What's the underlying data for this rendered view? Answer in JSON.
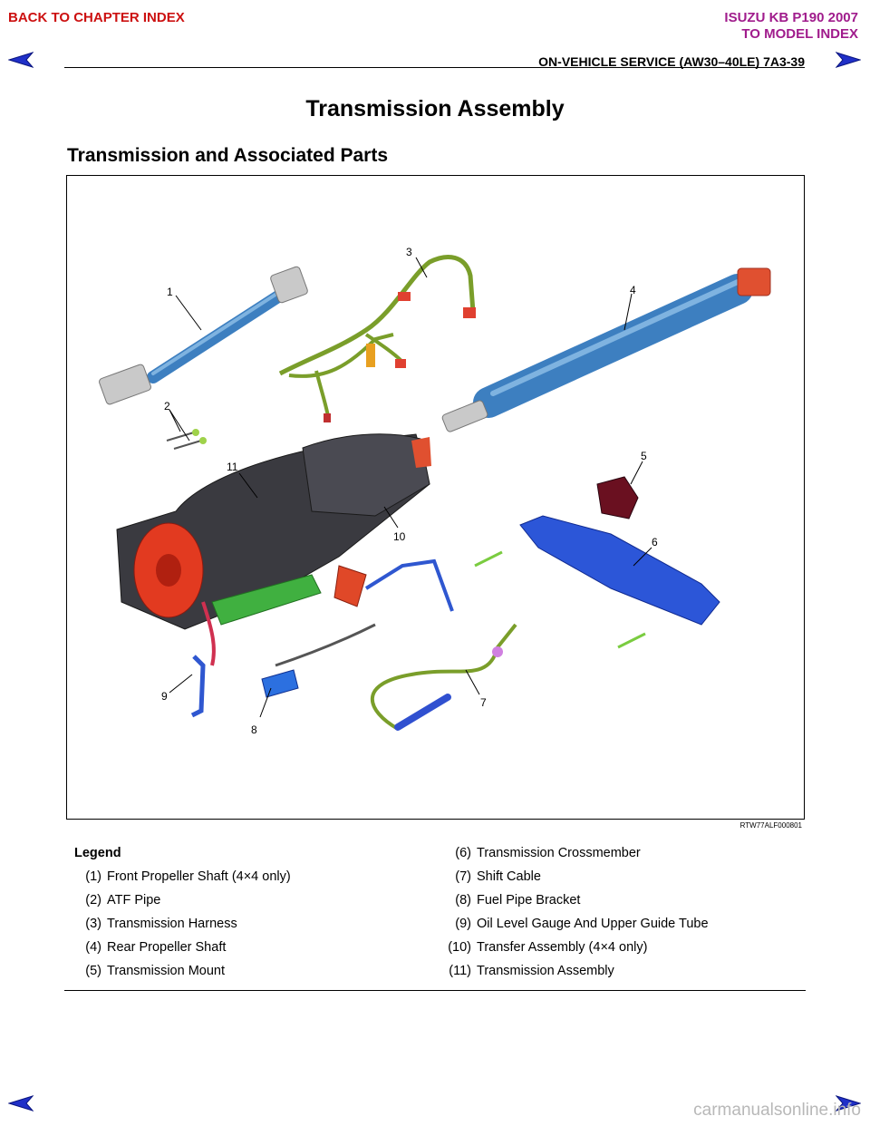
{
  "nav": {
    "back_to_chapter": "BACK TO CHAPTER INDEX",
    "model_title": "ISUZU KB P190 2007",
    "to_model_index": "TO MODEL INDEX"
  },
  "header": {
    "section": "ON-VEHICLE SERVICE (AW30–40LE)  7A3-39"
  },
  "page_title": "Transmission Assembly",
  "section_title": "Transmission and Associated Parts",
  "figure": {
    "code": "RTW77ALF000801",
    "callouts": [
      "1",
      "2",
      "3",
      "4",
      "5",
      "6",
      "7",
      "8",
      "9",
      "10",
      "11"
    ]
  },
  "legend": {
    "title": "Legend",
    "items": [
      {
        "num": "(1)",
        "label": "Front Propeller Shaft (4×4 only)"
      },
      {
        "num": "(2)",
        "label": "ATF Pipe"
      },
      {
        "num": "(3)",
        "label": "Transmission Harness"
      },
      {
        "num": "(4)",
        "label": "Rear Propeller Shaft"
      },
      {
        "num": "(5)",
        "label": "Transmission Mount"
      },
      {
        "num": "(6)",
        "label": "Transmission Crossmember"
      },
      {
        "num": "(7)",
        "label": "Shift Cable"
      },
      {
        "num": "(8)",
        "label": "Fuel Pipe Bracket"
      },
      {
        "num": "(9)",
        "label": "Oil Level Gauge And Upper Guide Tube"
      },
      {
        "num": "(10)",
        "label": "Transfer Assembly (4×4 only)"
      },
      {
        "num": "(11)",
        "label": "Transmission Assembly"
      }
    ]
  },
  "watermark": "carmanualsonline.info",
  "colors": {
    "nav_red": "#cc1010",
    "nav_purple": "#a01c8c",
    "arrow_blue": "#2030c8"
  }
}
